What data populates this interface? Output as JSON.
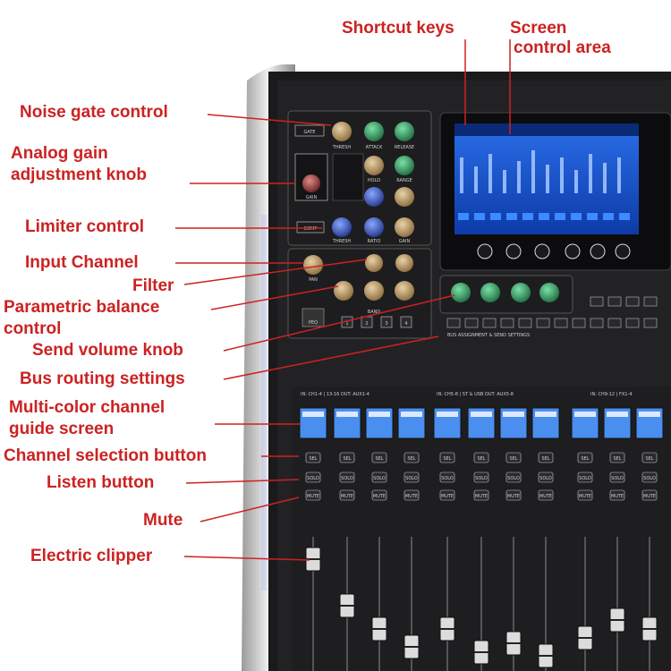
{
  "callouts": {
    "shortcut_keys": "Shortcut keys",
    "screen_control_line1": "Screen",
    "screen_control_line2": "control area",
    "noise_gate": "Noise gate control",
    "analog_gain_line1": "Analog gain",
    "analog_gain_line2": "adjustment knob",
    "limiter": "Limiter control",
    "input_channel": "Input Channel",
    "filter": "Filter",
    "parametric_line1": "Parametric balance",
    "parametric_line2": "control",
    "send_volume": "Send volume knob",
    "bus_routing": "Bus routing settings",
    "multicolor_line1": "Multi-color channel",
    "multicolor_line2": "guide screen",
    "channel_select": "Channel selection button",
    "listen": "Listen button",
    "mute": "Mute",
    "clipper": "Electric clipper"
  },
  "panel_labels": {
    "gate": "GATE",
    "gain": "GAIN",
    "comp": "COMP",
    "pan": "PAN",
    "peq": "PEQ",
    "band": "BAND",
    "thresh": "THRESH",
    "attack": "ATTACK",
    "release": "RELEASE",
    "hold": "HOLD",
    "range": "RANGE",
    "ratio": "RATIO",
    "gain_knob": "GAIN",
    "band_buttons": [
      "1",
      "2",
      "3",
      "4"
    ],
    "bus_text": "BUS ASSIGNMENT & SEND SETTINGS",
    "section1": "IN: CH1-4 | 13-16     OUT: AUX1-4",
    "section2": "IN: CH5-8 | ST & USB     OUT: AUX5-8",
    "section3": "IN: CH9-12 | FX1-4",
    "sel": "SEL",
    "solo": "SOLO",
    "mute_btn": "MUTE"
  },
  "colors": {
    "callout": "#cc2222",
    "panel": "#1c1c1e",
    "knob_gold": "#c9a06a",
    "knob_green": "#3aa56a",
    "knob_blue": "#3d5fd0",
    "screen": "#1f63d8"
  }
}
